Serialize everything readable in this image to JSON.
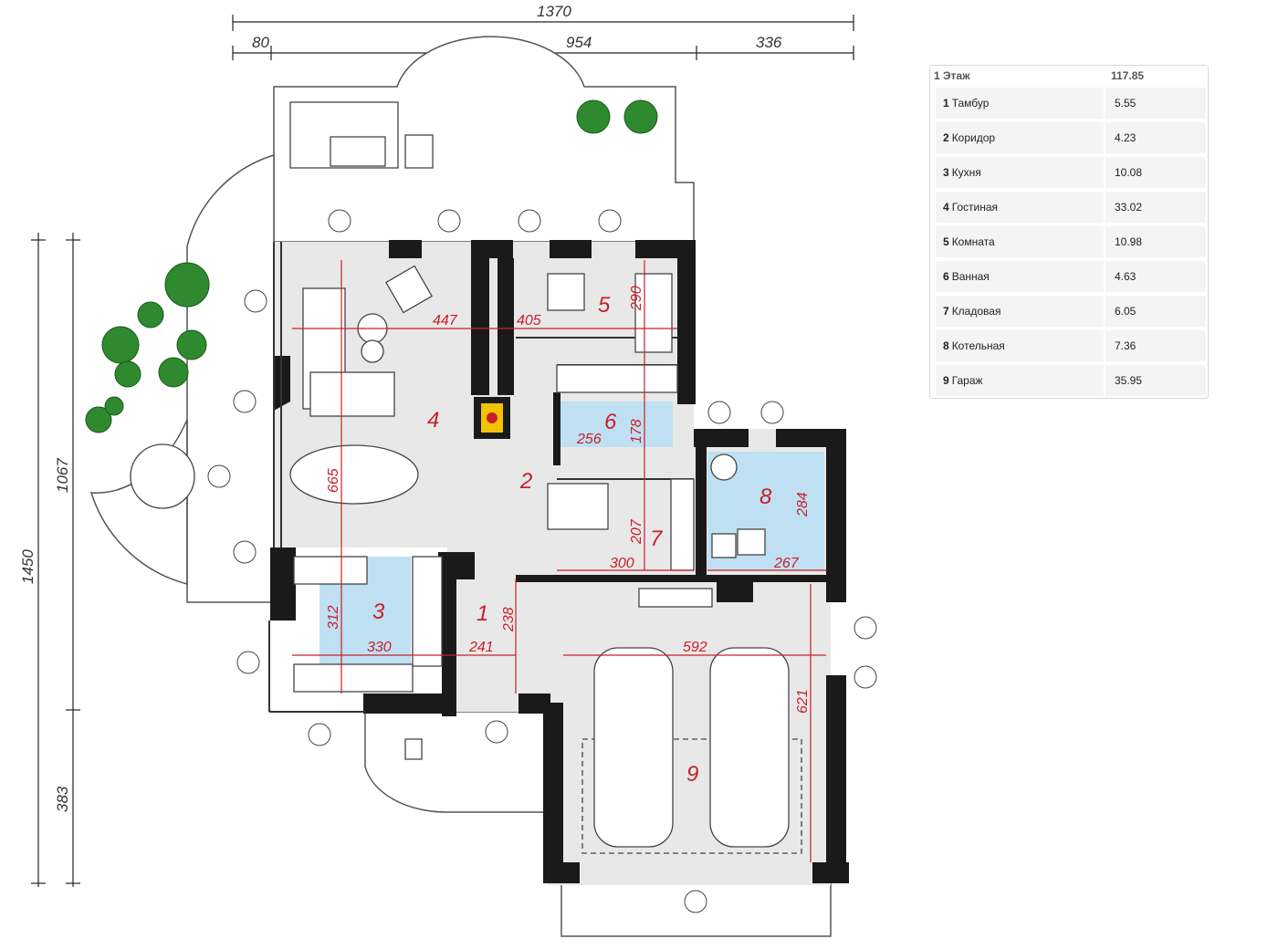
{
  "dimensions": {
    "top_total": "1370",
    "top_left": "80",
    "top_mid": "954",
    "top_right": "336",
    "left_total": "1450",
    "left_upper": "1067",
    "left_lower": "383"
  },
  "room_numbers": [
    "1",
    "2",
    "3",
    "4",
    "5",
    "6",
    "7",
    "8",
    "9"
  ],
  "room_dims": {
    "r4_w": "447",
    "r4_h": "665",
    "r5_w": "405",
    "r5_h": "290",
    "r6_w": "256",
    "r6_h": "178",
    "r7_w": "300",
    "r7_h": "207",
    "r8_w": "267",
    "r8_h": "284",
    "r3_w": "330",
    "r3_h": "312",
    "r1_w": "241",
    "r1_h": "238",
    "r9_w": "592",
    "r9_h": "621"
  },
  "legend": {
    "header_label": "1 Этаж",
    "header_value": "117.85",
    "rows": [
      {
        "num": "1",
        "name": "Тамбур",
        "area": "5.55"
      },
      {
        "num": "2",
        "name": "Коридор",
        "area": "4.23"
      },
      {
        "num": "3",
        "name": "Кухня",
        "area": "10.08"
      },
      {
        "num": "4",
        "name": "Гостиная",
        "area": "33.02"
      },
      {
        "num": "5",
        "name": "Комната",
        "area": "10.98"
      },
      {
        "num": "6",
        "name": "Ванная",
        "area": "4.63"
      },
      {
        "num": "7",
        "name": "Кладовая",
        "area": "6.05"
      },
      {
        "num": "8",
        "name": "Котельная",
        "area": "7.36"
      },
      {
        "num": "9",
        "name": "Гараж",
        "area": "35.95"
      }
    ]
  },
  "colors": {
    "wall": "#1a1a1a",
    "floor": "#e8e8e8",
    "wet_room": "#bfe0f2",
    "accent_red": "#c8202a",
    "plant": "#2f8a2f"
  }
}
